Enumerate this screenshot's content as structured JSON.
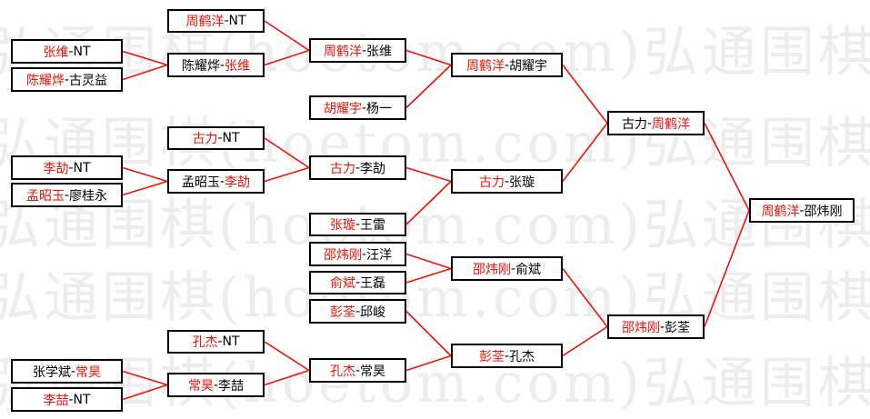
{
  "watermark": {
    "text": "弘通围棋(hoetom.com)弘通围棋(h"
  },
  "colors": {
    "winner": "#e8140a",
    "text": "#000000",
    "line": "#e8140a",
    "box_border": "#000000"
  },
  "matches": {
    "r1_1": {
      "p1": "张维",
      "sep": "-",
      "p2": "NT",
      "winner": 1
    },
    "r1_2": {
      "p1": "陈耀烨",
      "sep": "-",
      "p2": "古灵益",
      "winner": 1
    },
    "r1_3": {
      "p1": "李劼",
      "sep": "-",
      "p2": "NT",
      "winner": 1
    },
    "r1_4": {
      "p1": "孟昭玉",
      "sep": "-",
      "p2": "廖桂永",
      "winner": 1
    },
    "r1_5": {
      "p1": "张学斌",
      "sep": "-",
      "p2": "常昊",
      "winner": 2
    },
    "r1_6": {
      "p1": "李喆",
      "sep": "-",
      "p2": "NT",
      "winner": 1
    },
    "r2_1": {
      "p1": "周鹤洋",
      "sep": "-",
      "p2": "NT",
      "winner": 1
    },
    "r2_2": {
      "p1": "陈耀烨",
      "sep": "-",
      "p2": "张维",
      "winner": 2
    },
    "r2_3": {
      "p1": "古力",
      "sep": "-",
      "p2": "NT",
      "winner": 1
    },
    "r2_4": {
      "p1": "孟昭玉",
      "sep": "-",
      "p2": "李劼",
      "winner": 2
    },
    "r2_5": {
      "p1": "孔杰",
      "sep": "-",
      "p2": "NT",
      "winner": 1
    },
    "r2_6": {
      "p1": "常昊",
      "sep": "-",
      "p2": "李喆",
      "winner": 1
    },
    "r3_1": {
      "p1": "周鹤洋",
      "sep": "-",
      "p2": "张维",
      "winner": 1
    },
    "r3_2": {
      "p1": "胡耀宇",
      "sep": "-",
      "p2": "杨一",
      "winner": 1
    },
    "r3_3": {
      "p1": "古力",
      "sep": "-",
      "p2": "李劼",
      "winner": 1
    },
    "r3_4": {
      "p1": "张璇",
      "sep": "-",
      "p2": "王雷",
      "winner": 1
    },
    "r3_5": {
      "p1": "邵炜刚",
      "sep": "-",
      "p2": "汪洋",
      "winner": 1
    },
    "r3_6": {
      "p1": "俞斌",
      "sep": "-",
      "p2": "王磊",
      "winner": 1
    },
    "r3_7": {
      "p1": "彭荃",
      "sep": "-",
      "p2": "邱峻",
      "winner": 1
    },
    "r3_8": {
      "p1": "孔杰",
      "sep": "-",
      "p2": "常昊",
      "winner": 1
    },
    "r4_1": {
      "p1": "周鹤洋",
      "sep": "-",
      "p2": "胡耀宇",
      "winner": 1
    },
    "r4_2": {
      "p1": "古力",
      "sep": "-",
      "p2": "张璇",
      "winner": 1
    },
    "r4_3": {
      "p1": "邵炜刚",
      "sep": "-",
      "p2": "俞斌",
      "winner": 1
    },
    "r4_4": {
      "p1": "彭荃",
      "sep": "-",
      "p2": "孔杰",
      "winner": 1
    },
    "r5_1": {
      "p1": "古力",
      "sep": "-",
      "p2": "周鹤洋",
      "winner": 2
    },
    "r5_2": {
      "p1": "邵炜刚",
      "sep": "-",
      "p2": "彭荃",
      "winner": 1
    },
    "final": {
      "p1": "周鹤洋",
      "sep": "-",
      "p2": "邵炜刚",
      "winner": 1
    }
  }
}
